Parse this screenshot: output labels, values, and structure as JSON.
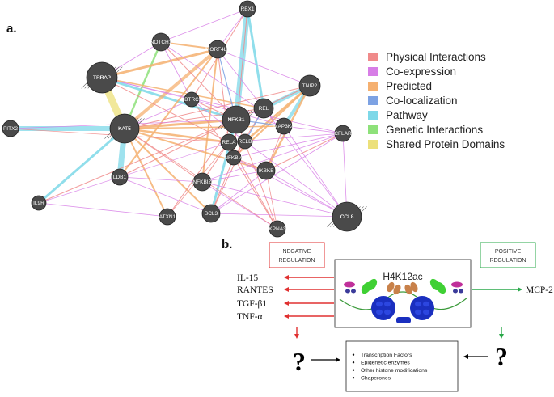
{
  "panel_a": {
    "label": "a.",
    "legend": [
      {
        "label": "Physical Interactions",
        "color": "#f08a8a"
      },
      {
        "label": "Co-expression",
        "color": "#d77ee6"
      },
      {
        "label": "Predicted",
        "color": "#f5b070"
      },
      {
        "label": "Co-localization",
        "color": "#7da2e3"
      },
      {
        "label": "Pathway",
        "color": "#7dd8e8"
      },
      {
        "label": "Genetic Interactions",
        "color": "#8ee17a"
      },
      {
        "label": "Shared Protein Domains",
        "color": "#ece07a"
      }
    ],
    "nodes": [
      {
        "id": "RBX1",
        "label": "RBX1"
      },
      {
        "id": "NOTCH1",
        "label": "NOTCH1"
      },
      {
        "id": "MORF4L1",
        "label": "MORF4L1"
      },
      {
        "id": "TRRAP",
        "label": "TRRAP"
      },
      {
        "id": "TNIP2",
        "label": "TNIP2"
      },
      {
        "id": "BTRC",
        "label": "BTRC"
      },
      {
        "id": "REL",
        "label": "REL"
      },
      {
        "id": "NFKB1",
        "label": "NFKB1"
      },
      {
        "id": "PITX2",
        "label": "PITX2"
      },
      {
        "id": "KAT5",
        "label": "KAT5"
      },
      {
        "id": "MAP3K8",
        "label": "MAP3K8"
      },
      {
        "id": "CFLAR",
        "label": "CFLAR"
      },
      {
        "id": "RELA",
        "label": "RELA"
      },
      {
        "id": "RELB",
        "label": "RELB"
      },
      {
        "id": "NFKBIA",
        "label": "NFKBIA"
      },
      {
        "id": "LDB1",
        "label": "LDB1"
      },
      {
        "id": "NFKBIZ",
        "label": "NFKBIZ"
      },
      {
        "id": "IKBKB",
        "label": "IKBKB"
      },
      {
        "id": "IL9R",
        "label": "IL9R"
      },
      {
        "id": "BCL3",
        "label": "BCL3"
      },
      {
        "id": "ATXN1",
        "label": "ATXN1"
      },
      {
        "id": "CCL8",
        "label": "CCL8"
      },
      {
        "id": "KPNA3",
        "label": "KPNA3"
      }
    ]
  },
  "panel_b": {
    "label": "b.",
    "negative_regulation": [
      "NEGATIVE",
      "REGULATION"
    ],
    "positive_regulation": [
      "POSITIVE",
      "REGULATION"
    ],
    "central_title": "H4K12ac",
    "down_regulated": [
      "IL-15",
      "RANTES",
      "TGF-β1",
      "TNF-α"
    ],
    "up_regulated": "MCP-2",
    "unknown_mark": "?",
    "factors": [
      "Transcription Factors",
      "Epigenetic enzymes",
      "Other histone modifications",
      "Chaperones"
    ],
    "colors": {
      "negative": "#e03030",
      "positive": "#2aa84a"
    }
  }
}
